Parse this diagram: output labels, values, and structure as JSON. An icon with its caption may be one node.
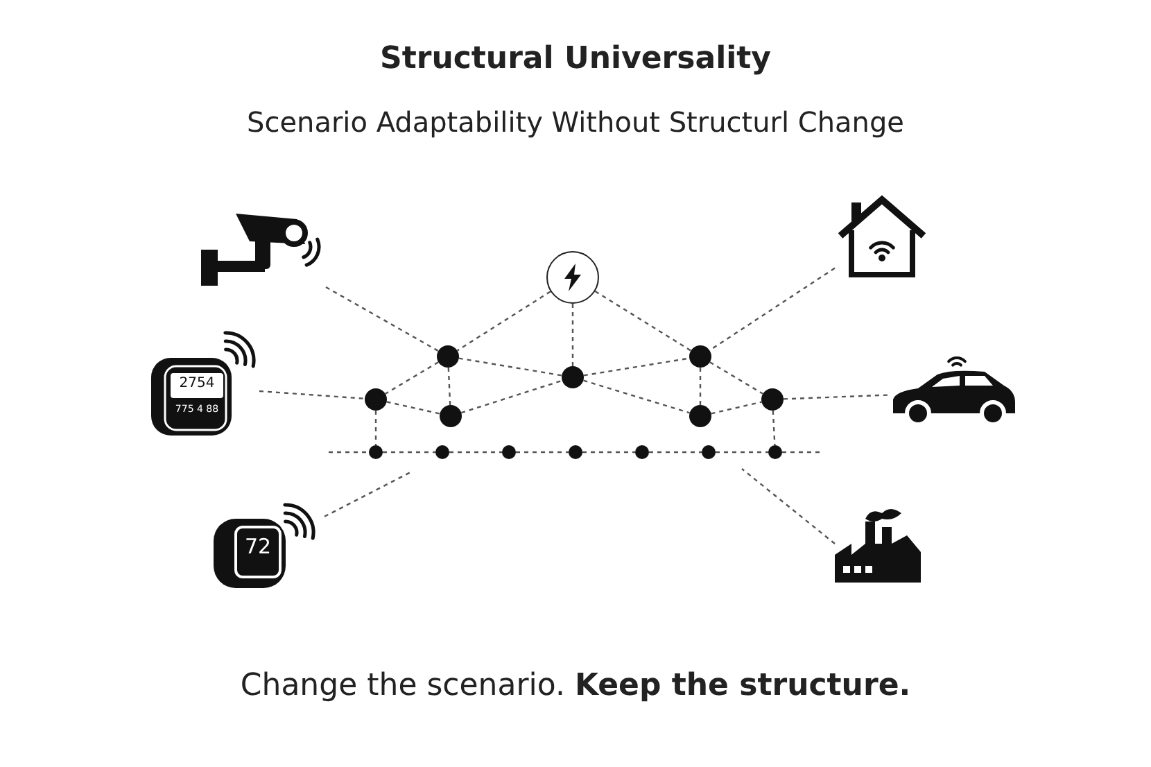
{
  "diagram": {
    "title": "Structural Universality",
    "caption": "Change the scenario. **Keep the structure.**",
    "labels": [
      "Scenario Adaptability Without Structurl Change"
    ],
    "nodes": [
      {
        "text": [],
        "shape": "picture"
      },
      {
        "text": [],
        "shape": "picture"
      },
      {
        "text": [],
        "shape": "circle"
      },
      {
        "text": [],
        "shape": "circle"
      },
      {
        "text": [],
        "shape": "circle"
      },
      {
        "text": [
          "2754",
          "775 4 88"
        ]
      },
      {
        "text": [],
        "shape": "circle"
      },
      {
        "text": [],
        "shape": "circle"
      },
      {
        "text": [],
        "shape": "picture"
      },
      {
        "text": [],
        "shape": "circle"
      },
      {
        "text": [],
        "shape": "circle"
      },
      {
        "text": [],
        "shape": "circle"
      },
      {
        "text": [],
        "shape": "circle"
      },
      {
        "text": [],
        "shape": "circle"
      },
      {
        "text": [],
        "shape": "circle"
      },
      {
        "text": [],
        "shape": "circle"
      },
      {
        "text": [],
        "shape": "circle"
      },
      {
        "text": [],
        "shape": "circle"
      },
      {
        "text": [],
        "shape": "circle"
      },
      {
        "text": [
          "72"
        ]
      },
      {
        "text": [],
        "shape": "picture"
      }
    ],
    "edges": [
      {
        "from": 0,
        "to": 3,
        "arrow": "none"
      },
      {
        "from": 1,
        "to": 4,
        "arrow": "none"
      },
      {
        "from": 2,
        "to": 3,
        "arrow": "none"
      },
      {
        "from": 2,
        "to": 7,
        "arrow": "none"
      },
      {
        "from": 2,
        "to": 4,
        "arrow": "none"
      },
      {
        "from": 5,
        "to": 6,
        "arrow": "none"
      },
      {
        "from": 3,
        "to": 7,
        "arrow": "none"
      },
      {
        "from": 7,
        "to": 4,
        "arrow": "none"
      },
      {
        "from": 3,
        "to": 6,
        "arrow": "none"
      },
      {
        "from": 3,
        "to": 10,
        "arrow": "none"
      },
      {
        "from": 6,
        "to": 10,
        "arrow": "none"
      },
      {
        "from": 10,
        "to": 7,
        "arrow": "none"
      },
      {
        "from": 7,
        "to": 11,
        "arrow": "none"
      },
      {
        "from": 4,
        "to": 11,
        "arrow": "none"
      },
      {
        "from": 4,
        "to": 9,
        "arrow": "none"
      },
      {
        "from": 11,
        "to": 9,
        "arrow": "none"
      },
      {
        "from": 9,
        "to": 8,
        "arrow": "none"
      },
      {
        "from": 6,
        "to": 12,
        "arrow": "none"
      },
      {
        "from": 9,
        "to": 18,
        "arrow": "none"
      },
      {
        "from": null,
        "to": 12,
        "arrow": "none"
      },
      {
        "from": 12,
        "to": 13,
        "arrow": "none"
      },
      {
        "from": 13,
        "to": 14,
        "arrow": "none"
      },
      {
        "from": 14,
        "to": 15,
        "arrow": "none"
      },
      {
        "from": 15,
        "to": 16,
        "arrow": "none"
      },
      {
        "from": 16,
        "to": 17,
        "arrow": "none"
      },
      {
        "from": 17,
        "to": 18,
        "arrow": "none"
      },
      {
        "from": 18,
        "to": null,
        "arrow": "none"
      },
      {
        "from": 19,
        "to": null,
        "arrow": "none"
      },
      {
        "from": 20,
        "to": null,
        "arrow": "none"
      }
    ]
  }
}
